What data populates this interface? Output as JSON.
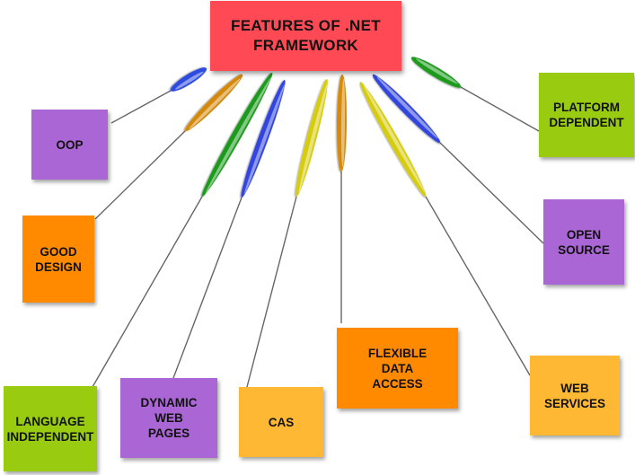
{
  "title": {
    "text": "FEATURES OF .NET\nFRAMEWORK",
    "color": "#ff4a55"
  },
  "features": [
    {
      "id": "oop",
      "label": "OOP",
      "color": "#a966d4",
      "petal": "#2f4be0"
    },
    {
      "id": "good-design",
      "label": "GOOD\nDESIGN",
      "color": "#ff8a00",
      "petal": "#d58a10"
    },
    {
      "id": "lang-indep",
      "label": "LANGUAGE\nINDEPENDENT",
      "color": "#99cc11",
      "petal": "#1e9a1e"
    },
    {
      "id": "dynamic",
      "label": "DYNAMIC\nWEB\nPAGES",
      "color": "#a966d4",
      "petal": "#3344dd"
    },
    {
      "id": "cas",
      "label": "CAS",
      "color": "#ffb833",
      "petal": "#d6cc10"
    },
    {
      "id": "flexible",
      "label": "FLEXIBLE\nDATA\nACCESS",
      "color": "#ff8a00",
      "petal": "#d58a10"
    },
    {
      "id": "web-svc",
      "label": "WEB\nSERVICES",
      "color": "#ffb833",
      "petal": "#d6cc10"
    },
    {
      "id": "open-src",
      "label": "OPEN\nSOURCE",
      "color": "#a966d4",
      "petal": "#3344dd"
    },
    {
      "id": "platform",
      "label": "PLATFORM\nDEPENDENT",
      "color": "#99cc11",
      "petal": "#1e9a1e"
    }
  ]
}
